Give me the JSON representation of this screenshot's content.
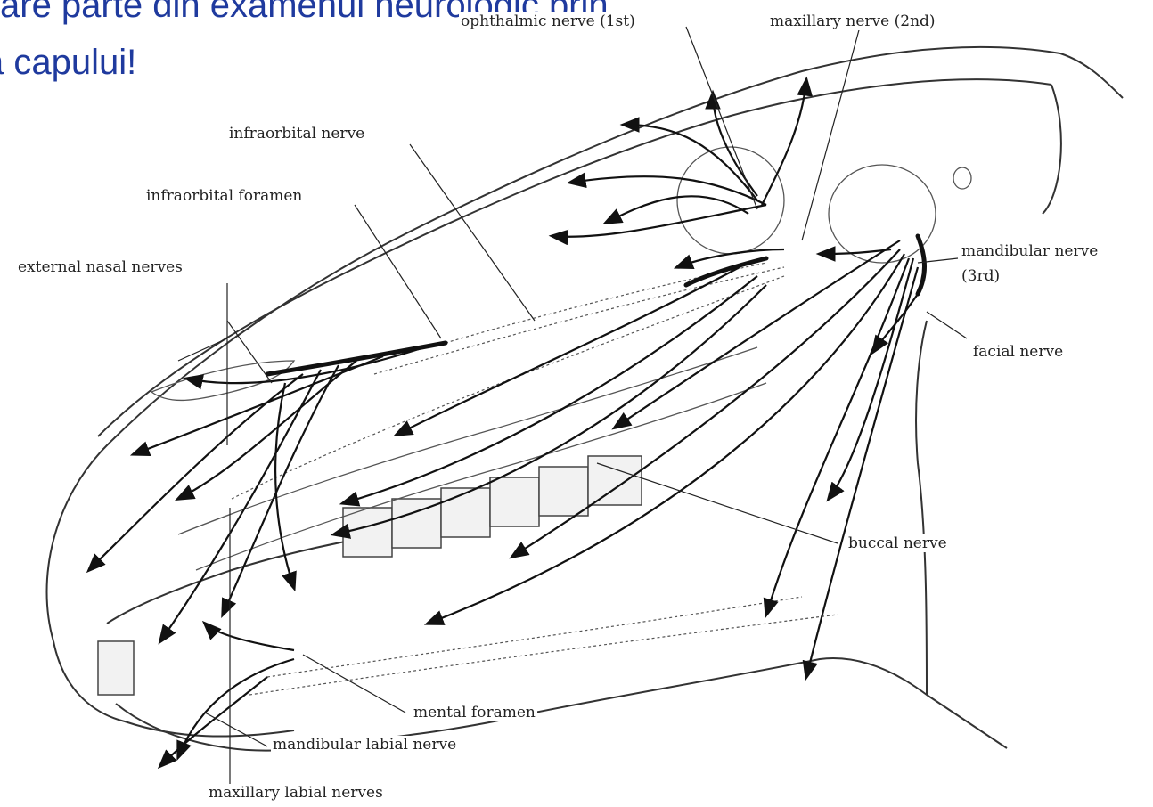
{
  "slide": {
    "title_line_1": "are parte din examenul neurologic prin",
    "title_line_2": "a capului!"
  },
  "labels": {
    "ophthalmic_nerve": "ophthalmic nerve (1st)",
    "maxillary_nerve": "maxillary nerve (2nd)",
    "infraorbital_nerve": "infraorbital nerve",
    "infraorbital_foramen": "infraorbital foramen",
    "external_nasal_nerves": "external nasal nerves",
    "mandibular_nerve_line1": "mandibular nerve",
    "mandibular_nerve_line2": "(3rd)",
    "facial_nerve": "facial nerve",
    "buccal_nerve": "buccal nerve",
    "mental_foramen": "mental foramen",
    "mandibular_labial_nerve": "mandibular labial nerve",
    "maxillary_labial_nerves": "maxillary labial nerves"
  }
}
